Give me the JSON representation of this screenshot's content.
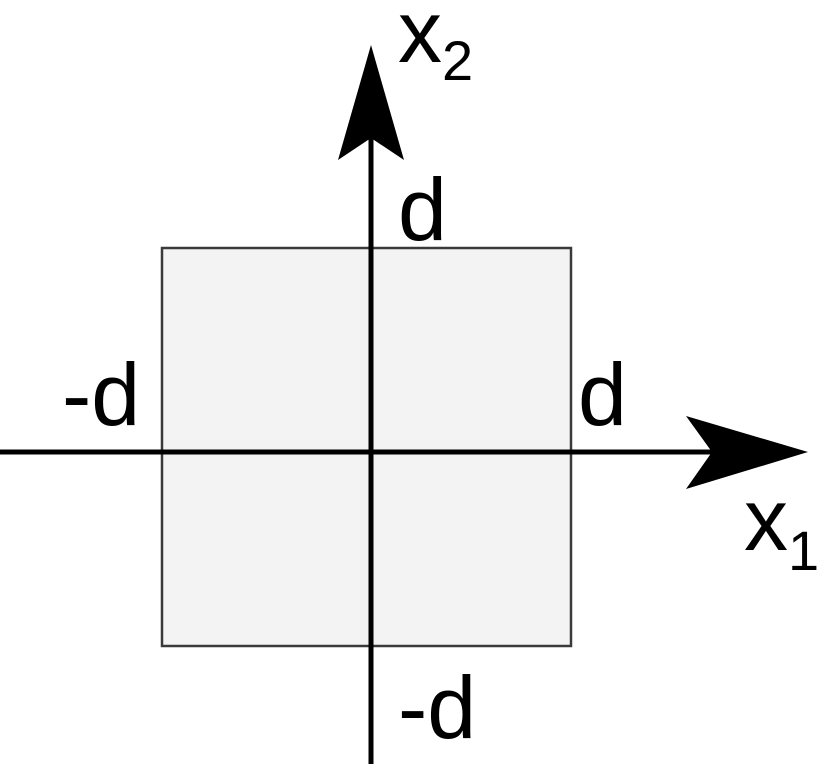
{
  "colors": {
    "square_fill": "#f3f3f3",
    "square_stroke": "#3a3a3a",
    "axis": "#000000"
  },
  "axes": {
    "x": {
      "base": "x",
      "subscript": "1"
    },
    "y": {
      "base": "x",
      "subscript": "2"
    }
  },
  "square": {
    "bounds": {
      "x_min": "-d",
      "x_max": "d",
      "y_min": "-d",
      "y_max": "d"
    }
  },
  "labels": {
    "top": "d",
    "bottom": "-d",
    "left": "-d",
    "right": "d"
  }
}
